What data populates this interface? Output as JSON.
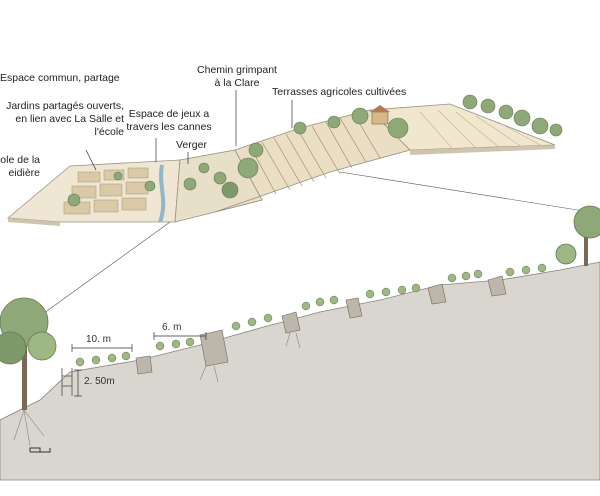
{
  "labels": {
    "espace_commun": "Espace commun, partage",
    "jardins_l1": "Jardins partagés ouverts,",
    "jardins_l2": "en lien avec La Salle et",
    "jardins_l3": "l'école",
    "ecole_l1": "ole de la",
    "ecole_l2": "eidière",
    "chemin_l1": "Chemin grimpant",
    "chemin_l2": "à la Clare",
    "terrasses": "Terrasses agricoles cultivées",
    "jeux_l1": "Espace de jeux a",
    "jeux_l2": "travers les cannes",
    "verger": "Verger"
  },
  "dimensions": {
    "width_1": "10. m",
    "width_2": "6. m",
    "height_1": "2. 50m"
  },
  "colors": {
    "ground": "#d9d5cf",
    "ground_edge": "#8a847b",
    "field": "#e9dcc0",
    "tree": "#8fa878",
    "tree_dark": "#5f7a52",
    "wall": "#bdb6aa",
    "water": "#8fb6c9"
  },
  "icons": {
    "scale_bar": "scale-bar-icon"
  }
}
